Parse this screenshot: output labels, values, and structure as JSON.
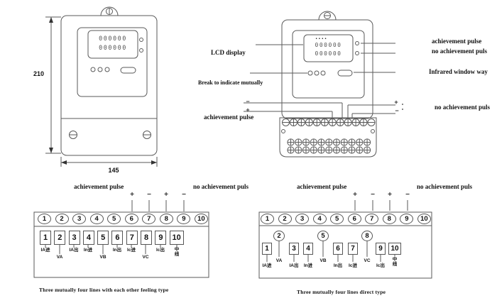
{
  "colors": {
    "line": "#5a5a5a",
    "text": "#111111"
  },
  "meter_front": {
    "height_dim": "210",
    "width_dim": "145",
    "lcd_row1": "000000",
    "lcd_row2": "000000"
  },
  "meter_back": {
    "lcd_dots": "••••",
    "lcd_row1": "000000",
    "lcd_row2": "000000",
    "label_lcd": "LCD display",
    "label_break": "Break to indicate mutually",
    "label_ach_pulse": "achievement pulse",
    "label_ach_pulse_right": "achievement pulse",
    "label_no_ach_right": "no achievement puls",
    "label_infrared": "Infrared window way",
    "label_no_ach_bottom": "no achievement puls",
    "wire_marks_left": [
      "−",
      "+"
    ],
    "wire_marks_right": [
      "+",
      "−"
    ]
  },
  "diagram_left": {
    "label_ach_pulse": "achievement pulse",
    "label_no_ach": "no achievement puls",
    "marks": [
      "+",
      "−",
      "+",
      "−"
    ],
    "terminals": [
      "1",
      "2",
      "3",
      "4",
      "5",
      "6",
      "7",
      "8",
      "9",
      "10"
    ],
    "pins": [
      "1",
      "2",
      "3",
      "4",
      "5",
      "6",
      "7",
      "8",
      "9",
      "10"
    ],
    "pin_labels": [
      "IA进",
      "VA",
      "IA出",
      "In进",
      "VB",
      "In出",
      "Ic进",
      "VC",
      "Ic出",
      "中\n线"
    ],
    "caption": "Three mutually four lines with each other feeling type"
  },
  "diagram_right": {
    "label_ach_pulse": "achievement pulse",
    "label_no_ach": "no achievement puls",
    "marks": [
      "+",
      "−",
      "+",
      "−"
    ],
    "terminals": [
      "1",
      "2",
      "3",
      "4",
      "5",
      "6",
      "7",
      "8",
      "9",
      "10"
    ],
    "pins": [
      "1",
      "2",
      "3",
      "4",
      "5",
      "6",
      "7",
      "8",
      "9",
      "10"
    ],
    "pin_labels": [
      "IA进",
      "VA",
      "IA出",
      "In进",
      "VB",
      "In出",
      "Ic进",
      "VC",
      "Ic出",
      "中\n线"
    ],
    "caption": "Three mutually four lines direct type"
  }
}
